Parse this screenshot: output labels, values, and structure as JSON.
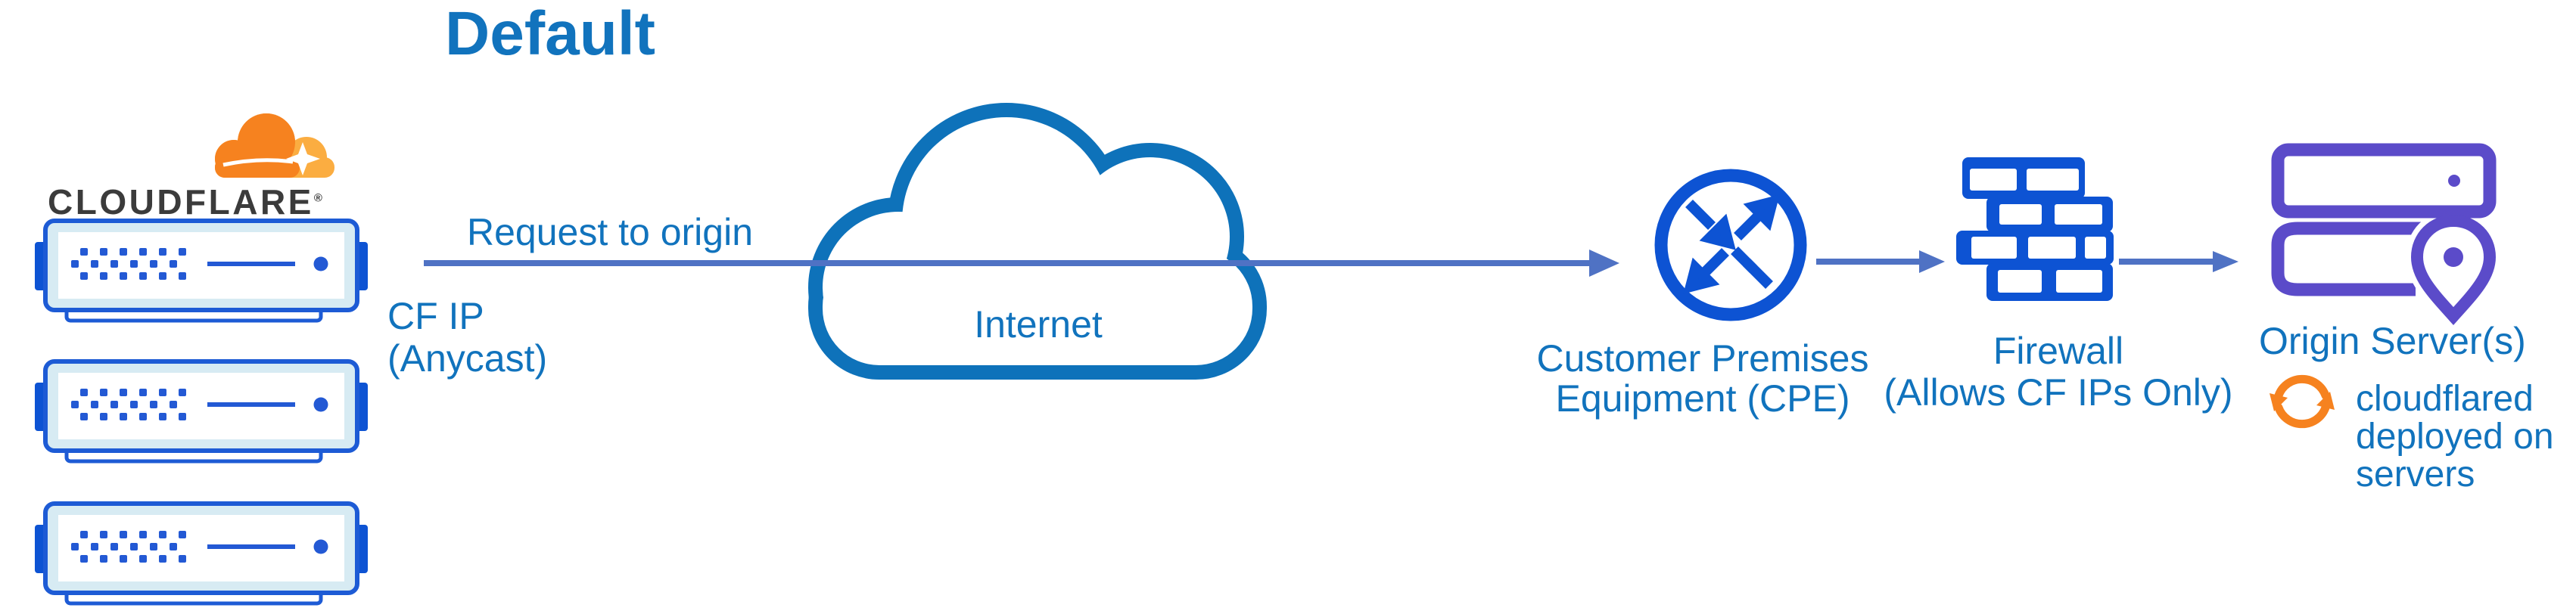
{
  "title": "Default",
  "brand": {
    "wordmark": "CLOUDFLARE",
    "registered": "®"
  },
  "edge": {
    "request_label": "Request to origin",
    "ip_line1": "CF IP",
    "ip_line2": "(Anycast)"
  },
  "internet": {
    "label": "Internet"
  },
  "cpe": {
    "line1": "Customer Premises",
    "line2": "Equipment (CPE)"
  },
  "firewall": {
    "line1": "Firewall",
    "line2": "(Allows CF IPs Only)"
  },
  "origin": {
    "label": "Origin Server(s)",
    "note_line1": "cloudflared",
    "note_line2": "deployed on",
    "note_line3": "servers"
  },
  "icons": {
    "cloudflare_logo": "cloudflare-cloud-logo",
    "edge_servers": "server-stack-x3",
    "internet": "cloud-outline",
    "cpe": "router-circle-arrows",
    "firewall": "brick-wall",
    "origin": "server-racks-with-location-pin",
    "cloudflared": "sync-arrows"
  },
  "colors": {
    "label_blue": "#1173bd",
    "icon_blue": "#0d53d3",
    "server_border": "#1d5bd5",
    "server_fill": "#d7ebf3",
    "cloud_outline": "#0e72ba",
    "arrow": "#4f72c4",
    "purple": "#5b4bc9",
    "orange": "#f6821f",
    "orange_light": "#fbad41",
    "wordmark_gray": "#3b3b3b"
  }
}
